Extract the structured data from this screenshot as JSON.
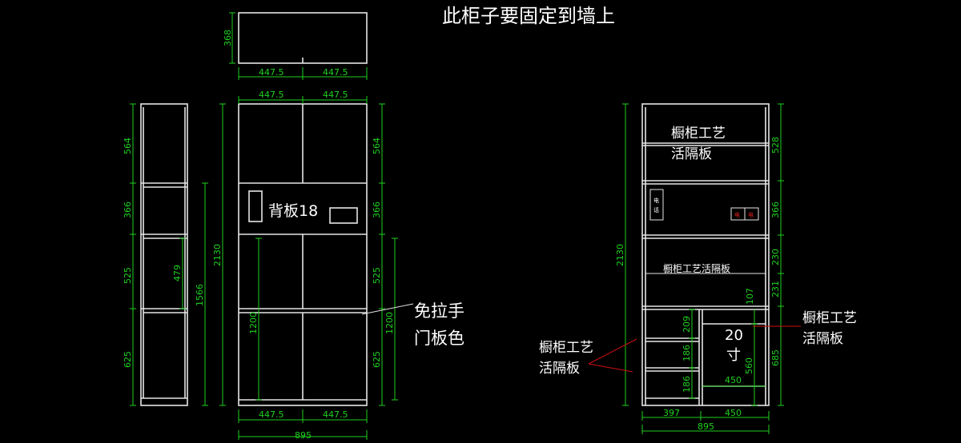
{
  "title": "此柜子要固定到墙上",
  "front_view": {
    "top_widths": [
      "447.5",
      "447.5"
    ],
    "door_widths": [
      "447.5",
      "447.5"
    ],
    "bottom_widths": [
      "447.5",
      "447.5"
    ],
    "depth": "368",
    "total_width": "895",
    "total_height": "2130",
    "section_heights": [
      "564",
      "366",
      "525",
      "625"
    ],
    "lower_door_height": "1200",
    "backboard_label": "背板18",
    "door_note_line1": "免拉手",
    "door_note_line2": "门板色"
  },
  "side_view": {
    "section_heights": [
      "564",
      "366",
      "525",
      "625"
    ],
    "inner_height": "479",
    "lower_height": "1566"
  },
  "right_view": {
    "total_height": "2130",
    "section_heights": [
      "528",
      "366",
      "230",
      "231",
      "685"
    ],
    "shelf_label_top_line1": "橱柜工艺",
    "shelf_label_top_line2": "活隔板",
    "shelf_label_mid": "橱柜工艺活隔板",
    "phone_label_line1": "电",
    "phone_label_line2": "话",
    "socket_symbol": "电",
    "left_shelf_heights": [
      "209",
      "186",
      "186"
    ],
    "inner_right_heights": [
      "107",
      "560"
    ],
    "oven_label_line1": "20",
    "oven_label_line2": "寸",
    "oven_width": "450",
    "bottom_widths": [
      "397",
      "450"
    ],
    "total_width": "895",
    "callout_right_line1": "橱柜工艺",
    "callout_right_line2": "活隔板",
    "callout_left_line1": "橱柜工艺",
    "callout_left_line2": "活隔板"
  }
}
